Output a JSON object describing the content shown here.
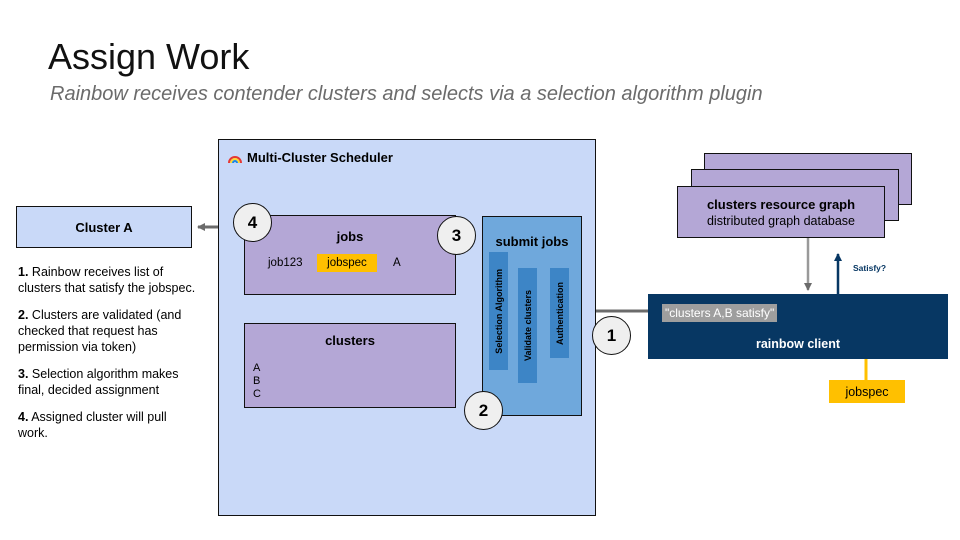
{
  "slide": {
    "title": "Assign Work",
    "subtitle": "Rainbow receives contender clusters and selects via a selection algorithm plugin"
  },
  "cluster_a": {
    "label": "Cluster A"
  },
  "steps": [
    {
      "num": "1.",
      "text": " Rainbow receives list of clusters that satisfy the jobspec."
    },
    {
      "num": "2.",
      "text": " Clusters are validated (and checked that request has permission via token)"
    },
    {
      "num": "3.",
      "text": " Selection algorithm makes final, decided assignment"
    },
    {
      "num": "4.",
      "text": " Assigned cluster will pull work."
    }
  ],
  "scheduler": {
    "title": "Multi-Cluster Scheduler",
    "icon": "rainbow-icon"
  },
  "jobs": {
    "title": "jobs",
    "job_id": "job123",
    "jobspec": "jobspec",
    "assignment": "A"
  },
  "clusters": {
    "title": "clusters",
    "items": [
      "A",
      "B",
      "C"
    ]
  },
  "submit": {
    "title": "submit jobs",
    "stages": [
      "Selection Algorithm",
      "Validate clusters",
      "Authentication"
    ]
  },
  "markers": [
    "1",
    "2",
    "3",
    "4"
  ],
  "graph": {
    "title": "clusters resource graph",
    "subtitle": "distributed graph database"
  },
  "satisfy_label": "Satisfy?",
  "client": {
    "message": "\"clusters A,B satisfy\"",
    "title": "rainbow client"
  },
  "jobspec_input": "jobspec",
  "colors": {
    "light_blue": "#c9d9f8",
    "purple": "#b4a7d6",
    "submit_blue": "#6fa8dc",
    "stage_blue": "#3d85c6",
    "navy": "#073763",
    "yellow": "#ffc000",
    "arrow_gray": "#7f7f7f"
  }
}
